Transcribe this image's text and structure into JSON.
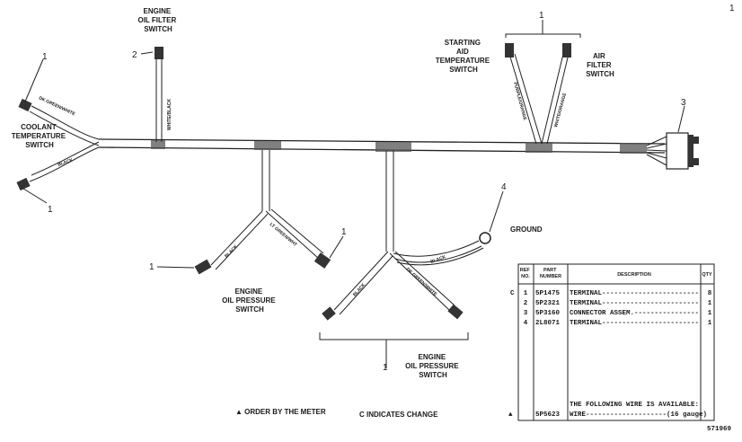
{
  "corner_mark": "1",
  "labels": {
    "engine_oil_filter_switch": [
      "ENGINE",
      "OIL FILTER",
      "SWITCH"
    ],
    "coolant_temperature_switch": [
      "COOLANT",
      "TEMPERATURE",
      "SWITCH"
    ],
    "starting_aid_temperature_switch": [
      "STARTING",
      "AID",
      "TEMPERATURE",
      "SWITCH"
    ],
    "air_filter_switch": [
      "AIR",
      "FILTER",
      "SWITCH"
    ],
    "engine_oil_pressure_switch_left": [
      "ENGINE",
      "OIL PRESSURE",
      "SWITCH"
    ],
    "engine_oil_pressure_switch_right": [
      "ENGINE",
      "OIL PRESSURE",
      "SWITCH"
    ],
    "ground": "GROUND"
  },
  "wire_labels": {
    "dk_green_white": "DK GREEN/WHITE",
    "black_coolant": "BLACK",
    "white_black": "WHITE/BLACK",
    "purple_orange": "PURPLE/ORANGE",
    "white_orange": "WHITE/ORANGE",
    "black_left": "BLACK",
    "lt_green_white": "LT GREEN/WHT",
    "black_ground": "BLACK",
    "black_right": "BLACK",
    "dk_green_white_right": "DK GREEN/WHITE"
  },
  "callouts": {
    "coolant_top": "1",
    "coolant_bottom": "1",
    "oil_filter": "2",
    "starting_air_top": "1",
    "connector": "3",
    "ground_terminal": "4",
    "oil_press_left": "1",
    "oil_press_left_right": "1",
    "oil_press_bottom": "1"
  },
  "parts_table": {
    "headers": {
      "ref_no": [
        "REF",
        "NO."
      ],
      "part_number": [
        "PART",
        "NUMBER"
      ],
      "description": "DESCRIPTION",
      "qty": "QTY"
    },
    "rows": [
      {
        "mark": "C",
        "ref": "1",
        "part": "5P1475",
        "desc": "TERMINAL------------------------",
        "qty": "8"
      },
      {
        "mark": "",
        "ref": "2",
        "part": "5P2321",
        "desc": "TERMINAL------------------------",
        "qty": "1"
      },
      {
        "mark": "",
        "ref": "3",
        "part": "5P3160",
        "desc": "CONNECTOR ASSEM.----------------",
        "qty": "1"
      },
      {
        "mark": "",
        "ref": "4",
        "part": "2L8071",
        "desc": "TERMINAL------------------------",
        "qty": "1"
      }
    ],
    "note": "THE FOLLOWING WIRE IS AVAILABLE:",
    "wire_row": {
      "mark": "▲",
      "part": "5P5623",
      "desc": "WIRE--------------------(16 gauge)"
    }
  },
  "footer": {
    "order_note": "▲ ORDER BY THE METER",
    "change_note": "C INDICATES CHANGE",
    "drawing_number": "571969"
  }
}
